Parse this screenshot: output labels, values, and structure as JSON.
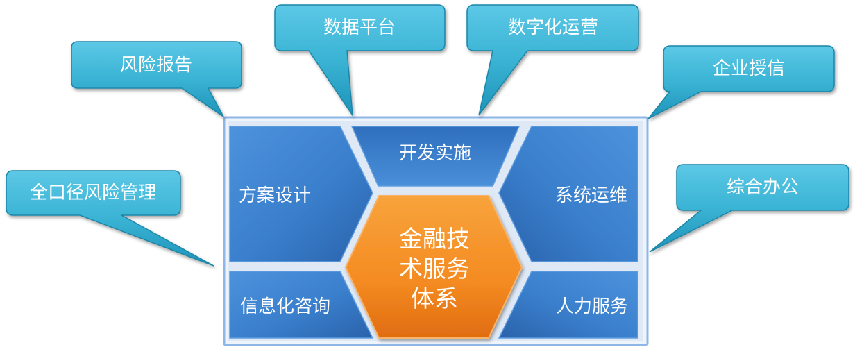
{
  "colors": {
    "callout": "#3ab3d4",
    "callout_dark": "#1e8fb3",
    "block": "#3f83cf",
    "block_dark": "#2a5fa8",
    "core": "#f5962a",
    "core_dark": "#e26e0f",
    "frame": "#8fb7e6"
  },
  "callouts": {
    "fengxian_baogao": "风险报告",
    "shuju_pingtai": "数据平台",
    "shuzihua_yunying": "数字化运营",
    "qiye_shouxin": "企业授信",
    "quankoujing": "全口径风险管理",
    "zonghe_bangong": "综合办公"
  },
  "blocks": {
    "kaifa_shishi": "开发实施",
    "fangan_sheji": "方案设计",
    "xitong_yunwei": "系统运维",
    "xinxihua_zixun": "信息化咨询",
    "renli_fuwu": "人力服务"
  },
  "core": {
    "lines": [
      "金融技",
      "术服务",
      "体系"
    ]
  }
}
